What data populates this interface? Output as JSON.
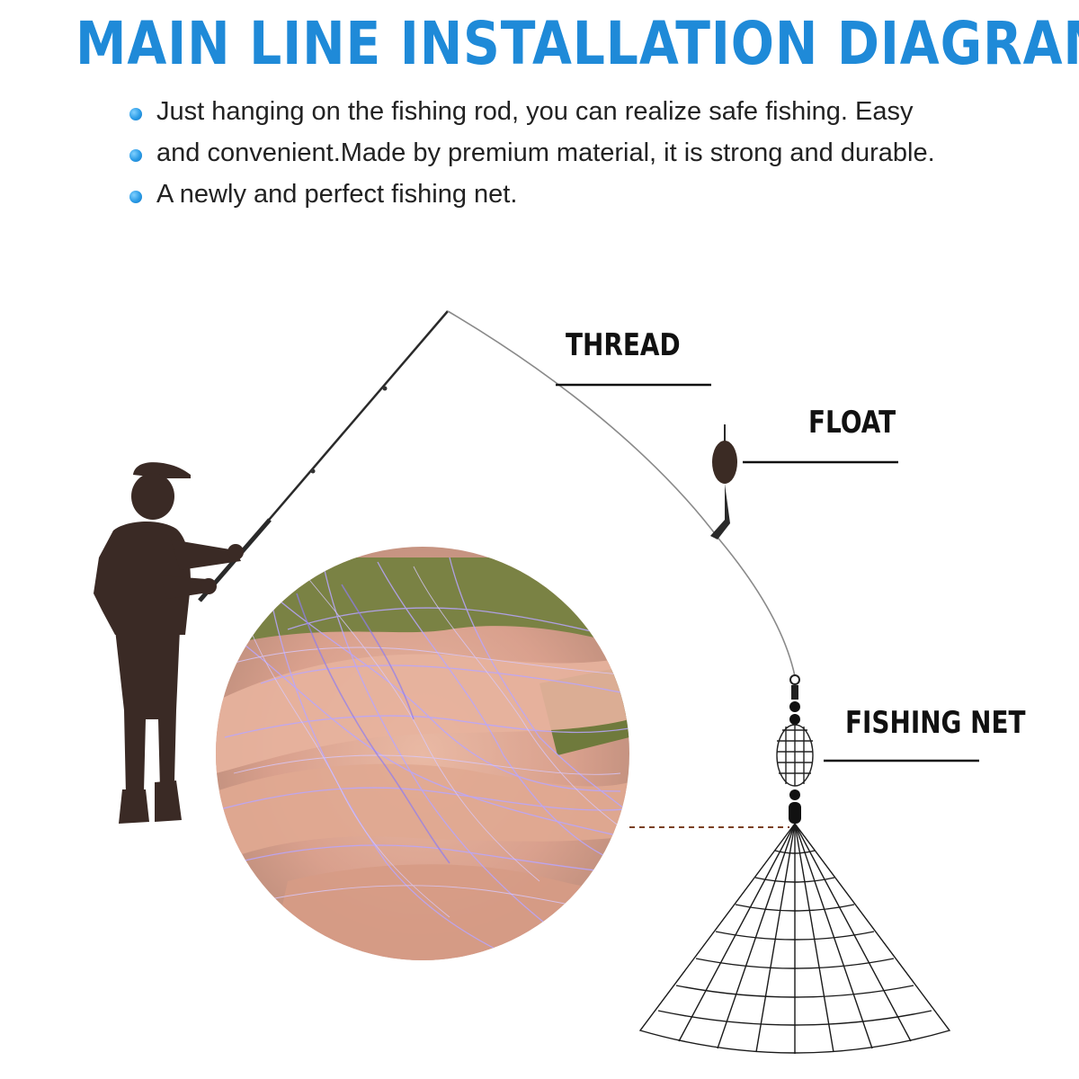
{
  "title": "MAIN LINE INSTALLATION DIAGRAM",
  "bullets": [
    "Just hanging on the fishing rod, you can realize safe fishing. Easy",
    "and convenient.Made by premium material, it is strong and durable.",
    "A newly and perfect fishing net."
  ],
  "labels": {
    "thread": "THREAD",
    "float": "FLOAT",
    "fishing_net": "FISHING NET"
  },
  "colors": {
    "title": "#1f8ad8",
    "bullet": "#2a9be6",
    "silhouette": "#3a2a25",
    "line": "#111111"
  }
}
